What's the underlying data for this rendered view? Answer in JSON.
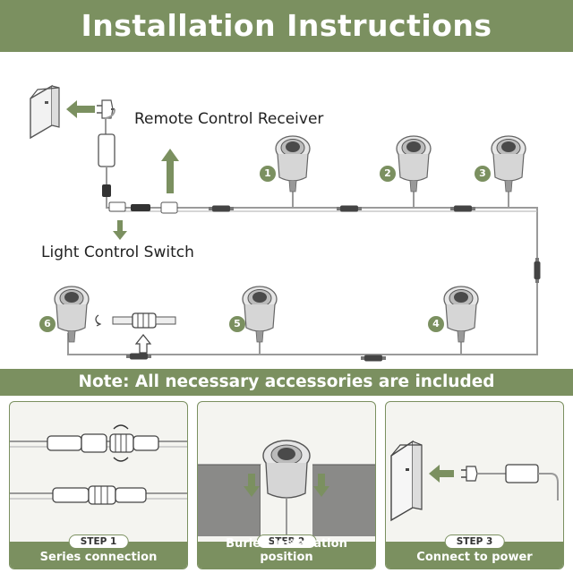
{
  "header": {
    "title": "Installation Instructions"
  },
  "diagram": {
    "remote_label": "Remote Control Receiver",
    "switch_label": "Light Control Switch",
    "light_numbers": [
      "1",
      "2",
      "3",
      "4",
      "5",
      "6"
    ]
  },
  "note": {
    "text": "Note: All necessary accessories are included"
  },
  "steps": [
    {
      "badge": "STEP 1",
      "caption": "Series connection"
    },
    {
      "badge": "STEP 2",
      "caption": "Buried installation position"
    },
    {
      "badge": "STEP 3",
      "caption": "Connect to power"
    }
  ],
  "colors": {
    "accent": "#7b9060",
    "wire": "#9a9a9a",
    "fixture": "#d8d8d8"
  }
}
